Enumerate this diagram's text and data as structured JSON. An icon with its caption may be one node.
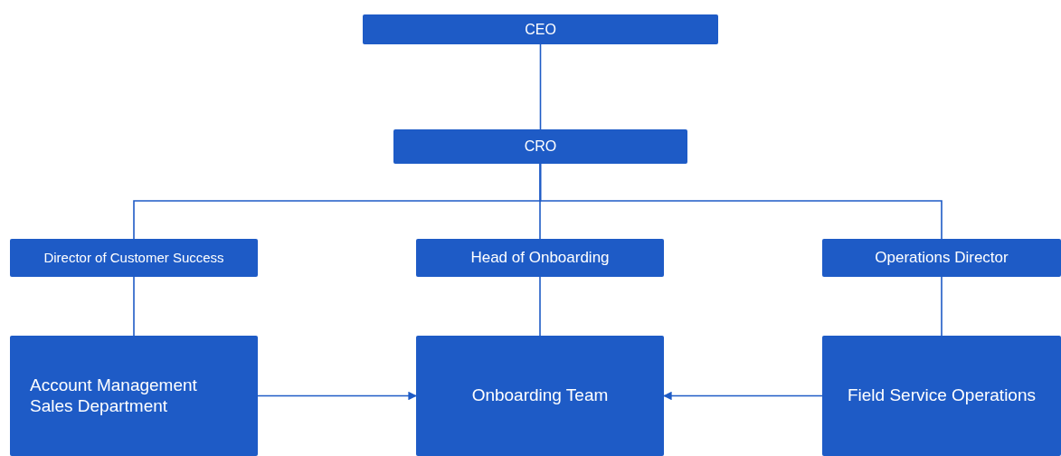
{
  "diagram": {
    "nodes": [
      {
        "text": [
          "CEO"
        ]
      },
      {
        "text": [
          "CRO"
        ]
      },
      {
        "text": [
          "Director of Customer Success"
        ]
      },
      {
        "text": [
          "Head of Onboarding"
        ]
      },
      {
        "text": [
          "Operations Director"
        ]
      },
      {
        "text": [
          "Account Management Sales Department"
        ]
      },
      {
        "text": [
          "Onboarding Team"
        ]
      },
      {
        "text": [
          "Field Service Operations"
        ]
      }
    ],
    "edges": [
      {
        "from": 0,
        "to": 1,
        "arrow": "none"
      },
      {
        "from": 1,
        "to": 2,
        "arrow": "none"
      },
      {
        "from": 1,
        "to": 3,
        "arrow": "none"
      },
      {
        "from": 1,
        "to": 4,
        "arrow": "none"
      },
      {
        "from": 2,
        "to": 5,
        "arrow": "none"
      },
      {
        "from": 3,
        "to": 6,
        "arrow": "none"
      },
      {
        "from": 4,
        "to": 7,
        "arrow": "none"
      },
      {
        "from": 5,
        "to": 6,
        "arrow": "to"
      },
      {
        "from": 7,
        "to": 6,
        "arrow": "to"
      }
    ]
  }
}
